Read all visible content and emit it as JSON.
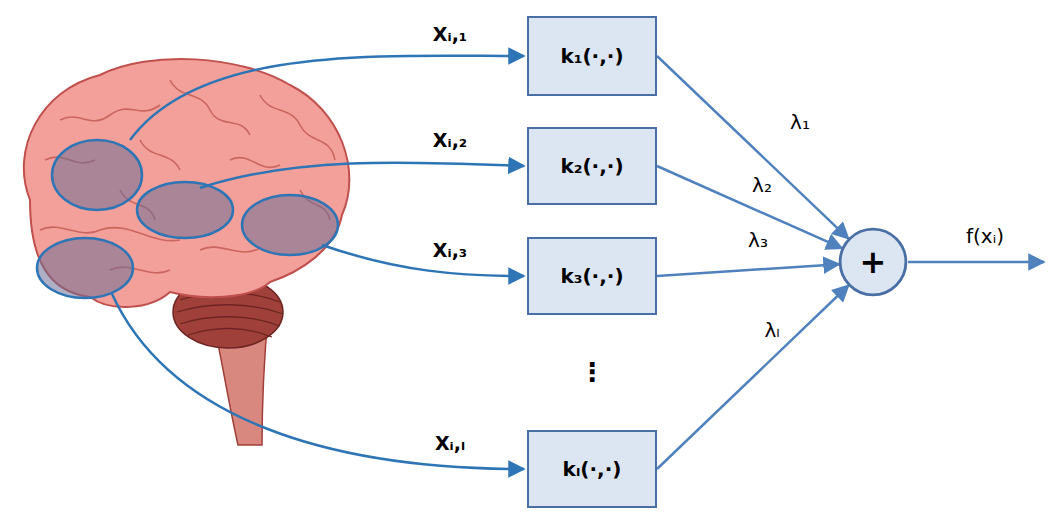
{
  "diagram": {
    "nodes": [
      {
        "text": [
          "k₁(·,·)"
        ]
      },
      {
        "text": [
          "k₂(·,·)"
        ]
      },
      {
        "text": [
          "k₃(·,·)"
        ]
      },
      {
        "text": [
          "kₗ(·,·)"
        ]
      },
      {
        "text": [
          "+"
        ]
      }
    ],
    "edges": [
      {
        "from": 0,
        "to": 4,
        "label": "λ₁",
        "arrow": "to"
      },
      {
        "from": 1,
        "to": 4,
        "label": "λ₂",
        "arrow": "to"
      },
      {
        "from": 2,
        "to": 4,
        "label": "λ₃",
        "arrow": "to"
      },
      {
        "from": 3,
        "to": 4,
        "label": "λₗ",
        "arrow": "to"
      }
    ],
    "labels": [
      "Xᵢ,₁",
      "Xᵢ,₂",
      "Xᵢ,₃",
      "Xᵢ,ₗ",
      "⋮",
      "f(xᵢ)"
    ]
  }
}
